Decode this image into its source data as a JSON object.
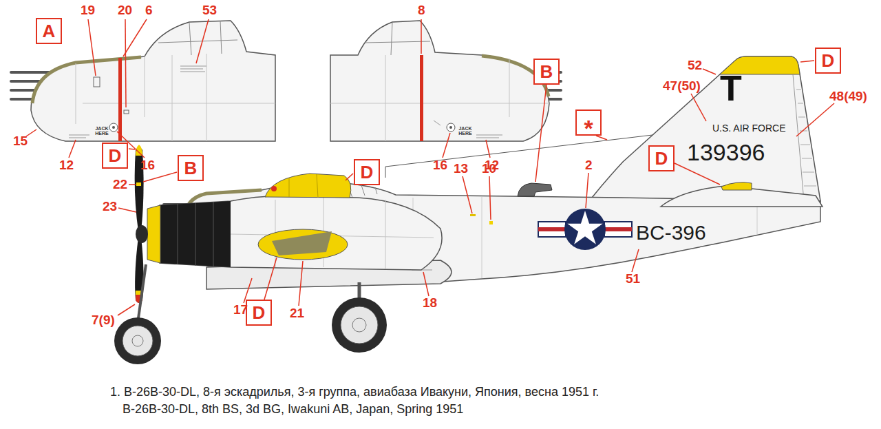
{
  "diagram": {
    "caption": "1. B-26B-30-DL, 8-я эскадрилья, 3-я группа, авиабаза Ивакуни, Япония, весна 1951 г.",
    "nodes": [
      {
        "text": [
          "A"
        ]
      },
      {
        "text": [
          "D"
        ]
      },
      {
        "text": [
          "B"
        ]
      },
      {
        "text": [
          "*"
        ]
      },
      {
        "text": [
          "D"
        ]
      },
      {
        "text": [
          "D"
        ]
      },
      {
        "text": [
          "B"
        ]
      },
      {
        "text": [
          "D"
        ]
      },
      {
        "text": [
          "D"
        ]
      }
    ],
    "labels": [
      "19",
      "20",
      "6",
      "53",
      "15",
      "12",
      "16",
      "JACK HERE",
      "8",
      "16",
      "12",
      "JACK HERE",
      "52",
      "47(50)",
      "48(49)",
      "U.S. AIR FORCE",
      "T",
      "139396",
      "22",
      "23",
      "13",
      "10",
      "2",
      "BC-396",
      "51",
      "7(9)",
      "17",
      "21",
      "18",
      "B-26B-30-DL, 8th BS, 3d BG, Iwakuni AB, Japan, Spring 1951"
    ]
  }
}
